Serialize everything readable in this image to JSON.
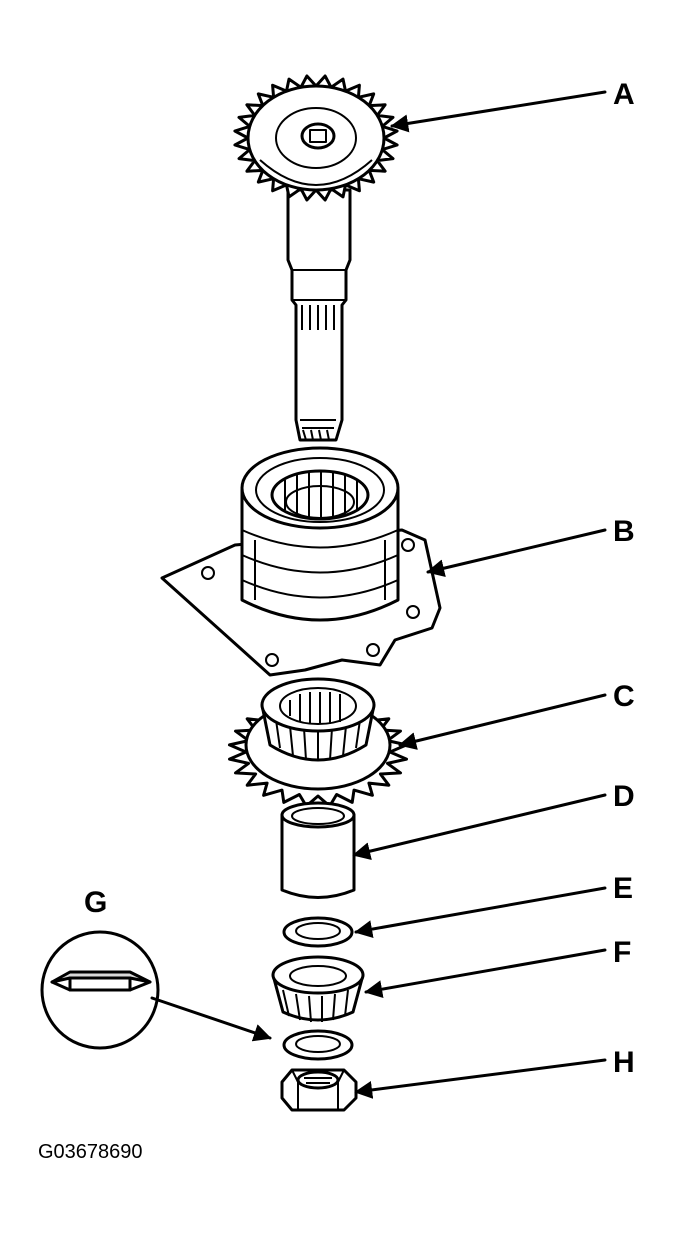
{
  "labels": {
    "a": "A",
    "b": "B",
    "c": "C",
    "d": "D",
    "e": "E",
    "f": "F",
    "g": "G",
    "h": "H"
  },
  "figure_code": "G03678690",
  "colors": {
    "ink": "#000000",
    "paper": "#ffffff",
    "shade": "#d9d9d9"
  }
}
